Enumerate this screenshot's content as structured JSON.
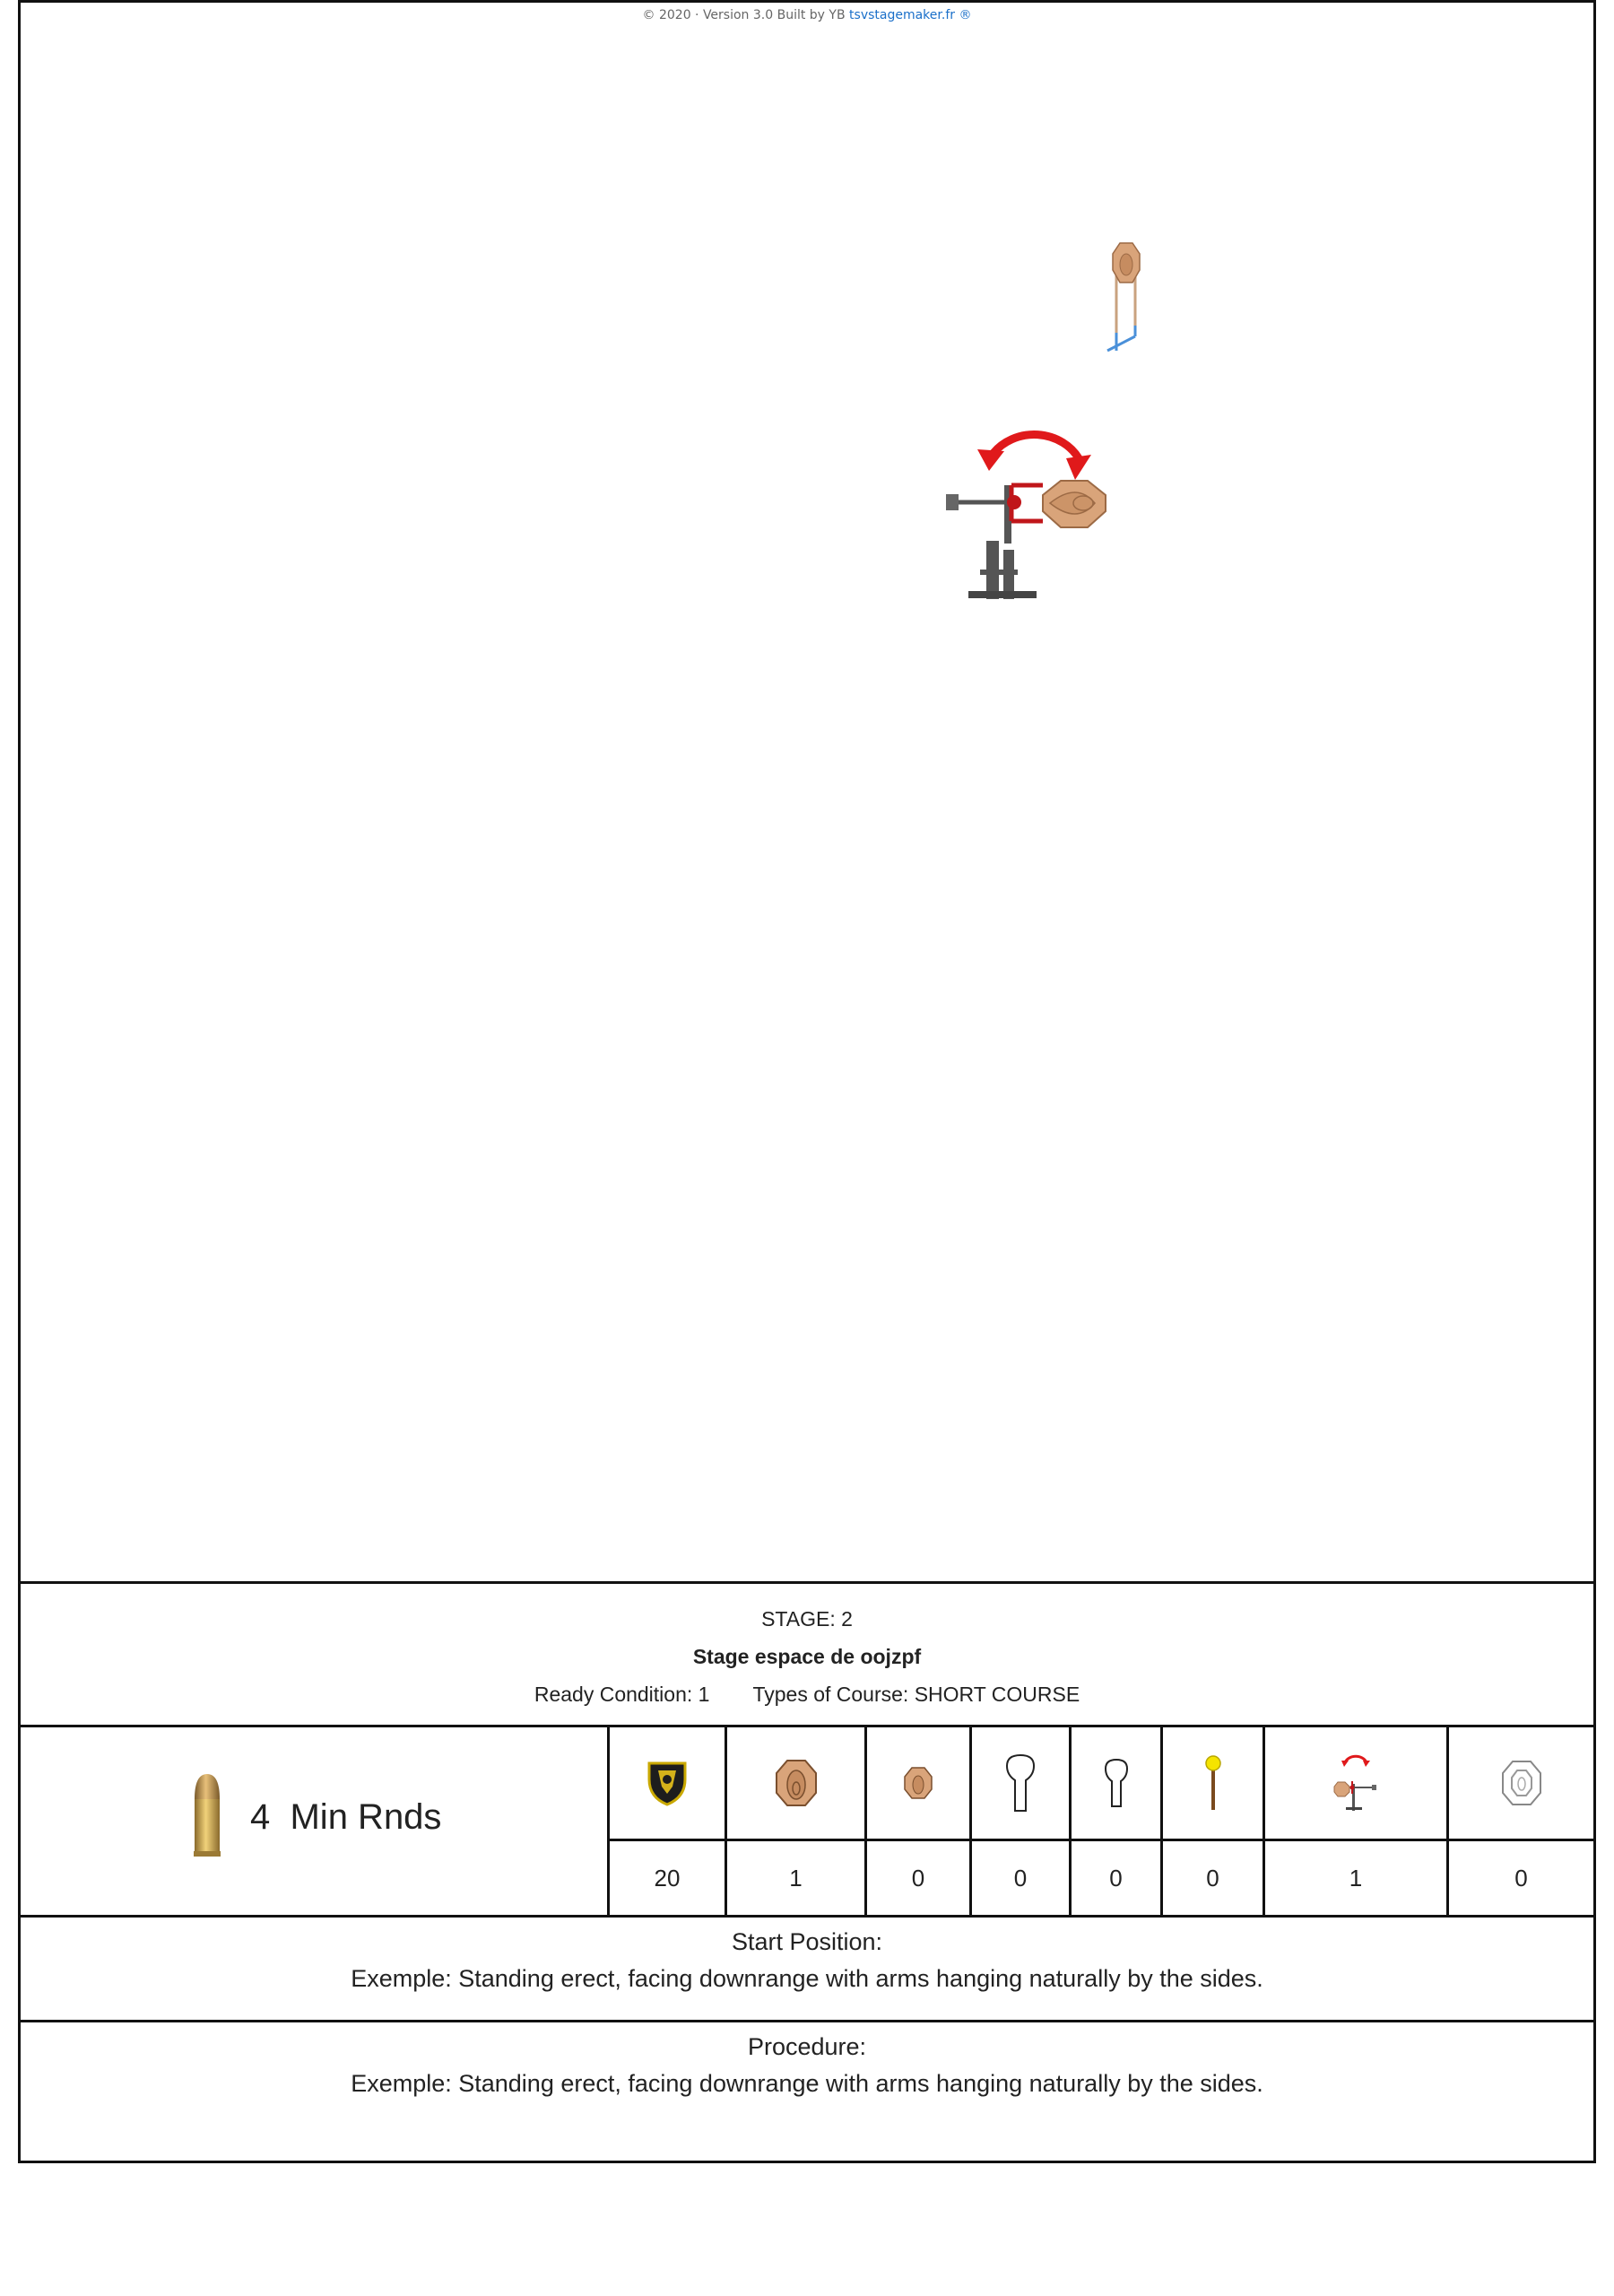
{
  "credit": {
    "prefix": "© 2020 · Version 3.0 Built by YB",
    "link": "tsvstagemaker.fr ®"
  },
  "canvas": {
    "items": [
      "plate-rack-target-icon",
      "swinger-target-icon"
    ]
  },
  "stage": {
    "number_label": "STAGE: 2",
    "title": "Stage espace de oojzpf",
    "ready_condition": "Ready Condition: 1",
    "course_type_label": "Types of Course:",
    "course_type": "SHORT COURSE"
  },
  "rounds": {
    "count": "4",
    "label": "Min Rnds",
    "icon": "bullet-icon"
  },
  "targets": [
    {
      "icon": "shield-target-icon",
      "count": "20"
    },
    {
      "icon": "large-steel-target-icon",
      "count": "1"
    },
    {
      "icon": "small-steel-target-icon",
      "count": "0"
    },
    {
      "icon": "large-popper-icon",
      "count": "0"
    },
    {
      "icon": "small-popper-icon",
      "count": "0"
    },
    {
      "icon": "activator-icon",
      "count": "0"
    },
    {
      "icon": "swinger-target-icon",
      "count": "1"
    },
    {
      "icon": "no-shoot-target-icon",
      "count": "0"
    }
  ],
  "start_position": {
    "label": "Start Position:",
    "text": "Exemple: Standing erect, facing downrange with arms hanging naturally by the sides."
  },
  "procedure": {
    "label": "Procedure:",
    "text": "Exemple: Standing erect, facing downrange with arms hanging naturally by the sides."
  },
  "colors": {
    "steel": "#d9a47a",
    "steel_dark": "#9c6a45",
    "arrow": "#e0191b",
    "link": "#1a6fc9",
    "frame": "#111111"
  }
}
